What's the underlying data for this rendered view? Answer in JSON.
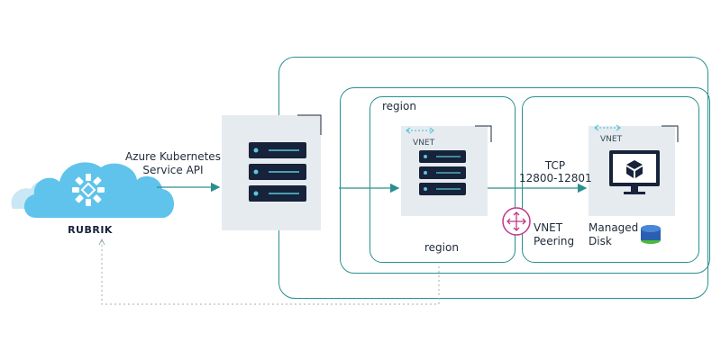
{
  "cloud": {
    "brand_label": "RUBRIK"
  },
  "aks": {
    "label_line1": "Azure Kubernetes",
    "label_line2": "Service API"
  },
  "regions": {
    "left_top_label": "region",
    "left_bottom_label": "region"
  },
  "vnet": {
    "left_label": "VNET",
    "right_label": "VNET"
  },
  "connection": {
    "protocol": "TCP",
    "ports": "12800-12801"
  },
  "peering": {
    "line1": "VNET",
    "line2": "Peering"
  },
  "storage": {
    "line1": "Managed",
    "line2": "Disk"
  },
  "colors": {
    "teal": "#2a8f8f",
    "navy": "#17223b",
    "accent": "#5ac8d8",
    "panel": "#e6ebf0",
    "cloud": "#5fc3ec",
    "cloud_light": "#c9e7f5",
    "peering": "#c2378c",
    "disk_blue": "#2a5fb0",
    "disk_green": "#4cba3a"
  }
}
